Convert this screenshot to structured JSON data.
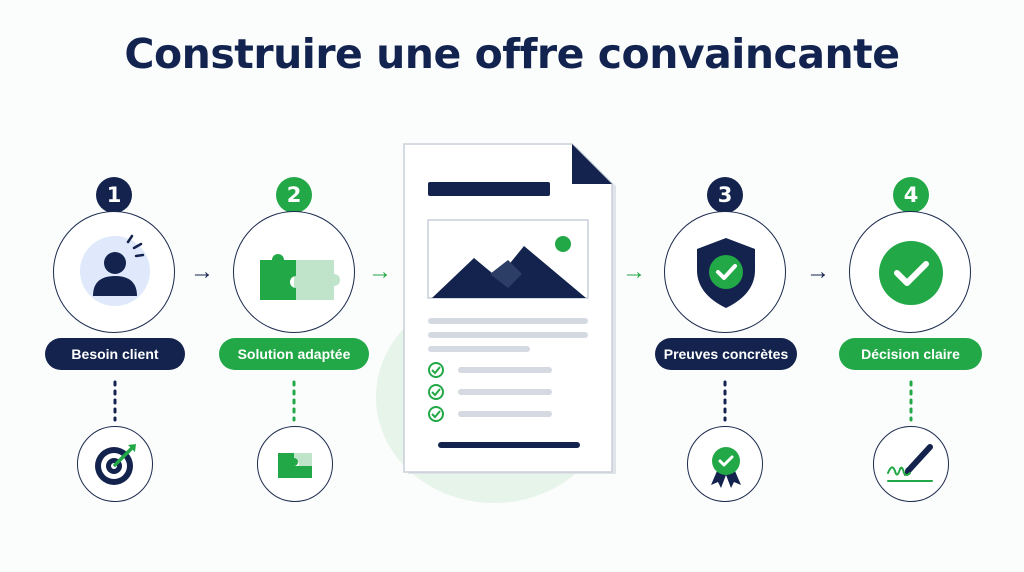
{
  "title": "Construire une offre convaincante",
  "colors": {
    "navy": "#13234d",
    "green": "#23a847",
    "light_green": "#dff0e3",
    "background": "#fbfcfc"
  },
  "steps": [
    {
      "number": "1",
      "label": "Besoin client",
      "color": "navy",
      "icon": "user-icon",
      "sub_icon": "target-icon"
    },
    {
      "number": "2",
      "label": "Solution adaptée",
      "color": "green",
      "icon": "puzzle-icon",
      "sub_icon": "puzzle-piece-icon"
    },
    {
      "number": "3",
      "label": "Preuves concrètes",
      "color": "navy",
      "icon": "shield-check-icon",
      "sub_icon": "award-ribbon-icon"
    },
    {
      "number": "4",
      "label": "Décision claire",
      "color": "green",
      "icon": "check-circle-icon",
      "sub_icon": "pen-signature-icon"
    }
  ],
  "document": {
    "icon": "proposal-document-icon",
    "checklist_items": 3
  },
  "arrows": [
    "→",
    "→",
    "→",
    "→"
  ]
}
